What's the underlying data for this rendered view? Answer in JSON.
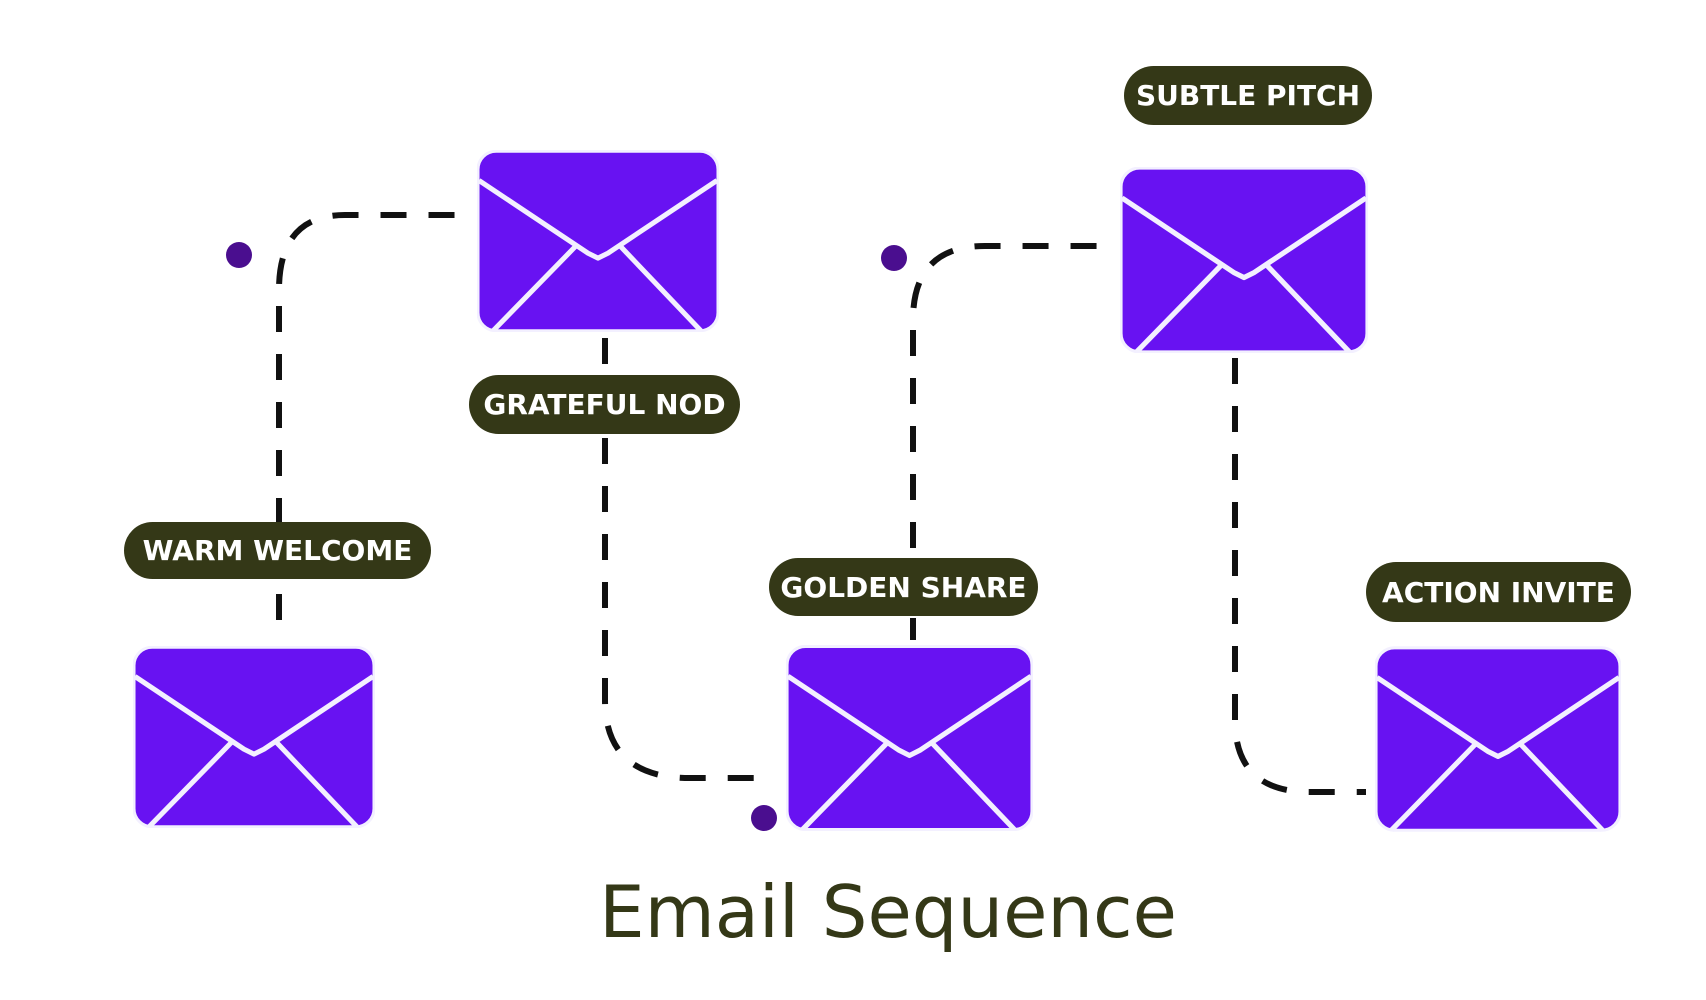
{
  "title": "Email Sequence",
  "colors": {
    "envelope": "#6812F2",
    "envelope_border": "#F3F0FF",
    "pill": "#343817",
    "pill_text": "#FFFFFF",
    "connector": "#111111",
    "dot": "#4A0E8F",
    "title": "#343817"
  },
  "steps": [
    {
      "label": "WARM WELCOME",
      "icon": "envelope-icon"
    },
    {
      "label": "GRATEFUL NOD",
      "icon": "envelope-icon"
    },
    {
      "label": "GOLDEN SHARE",
      "icon": "envelope-icon"
    },
    {
      "label": "SUBTLE PITCH",
      "icon": "envelope-icon"
    },
    {
      "label": "ACTION INVITE",
      "icon": "envelope-icon"
    }
  ]
}
